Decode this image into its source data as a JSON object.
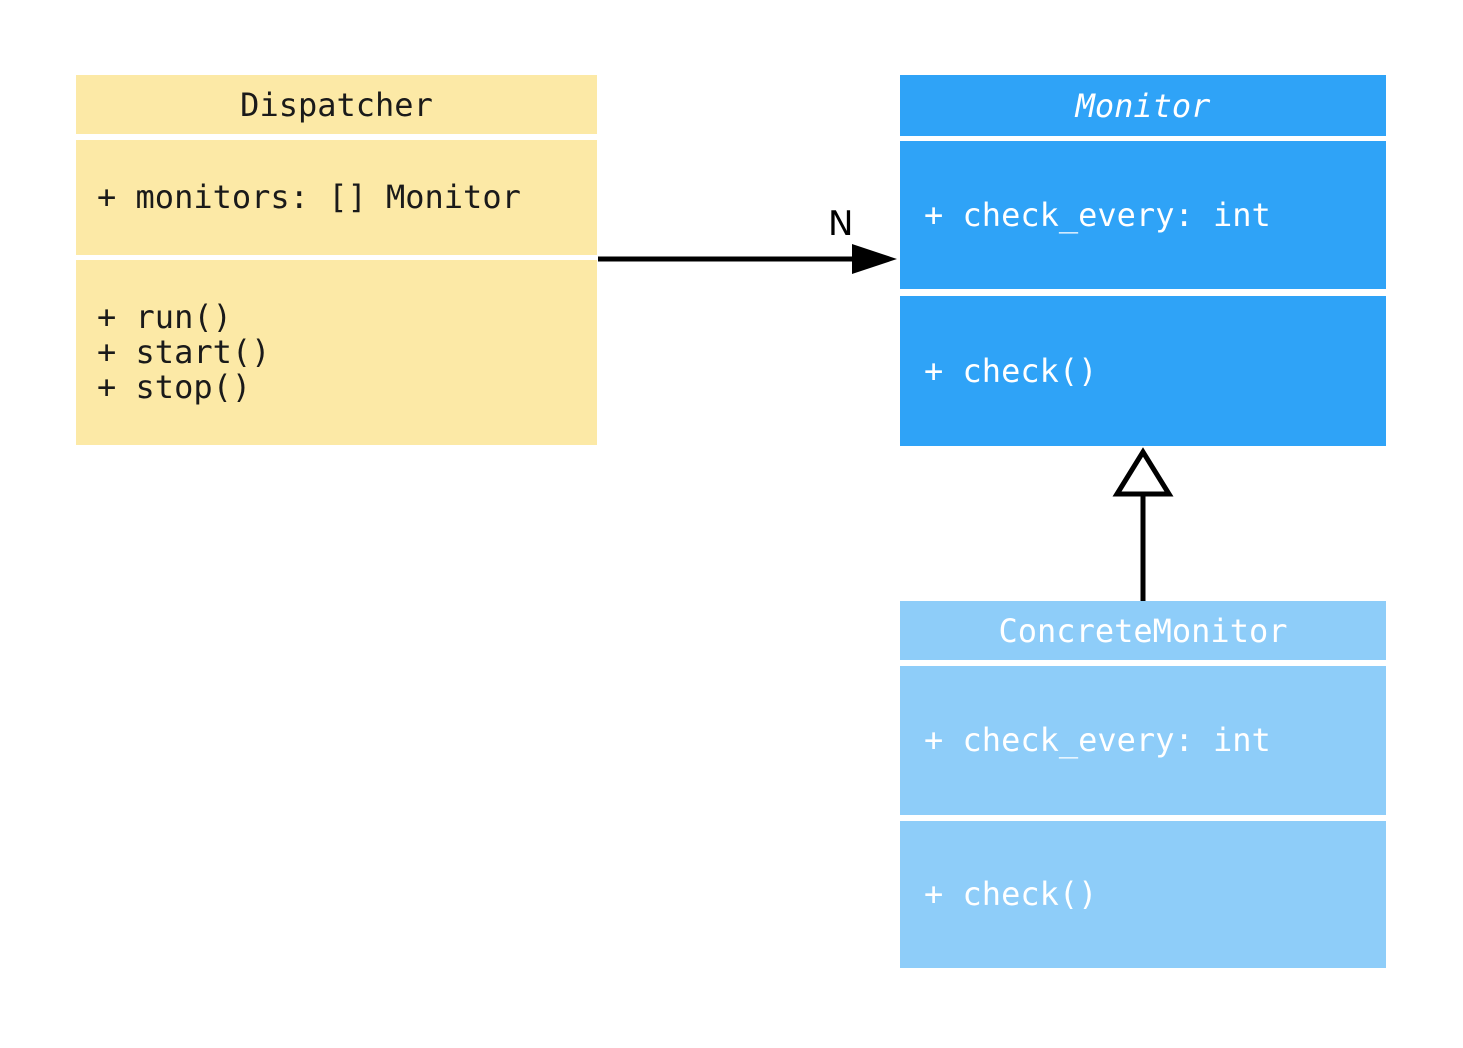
{
  "diagram": {
    "background_color": "#ffffff",
    "arrow_color": "#000000",
    "classes": [
      {
        "name": "Dispatcher",
        "fill": "#FCE9A6",
        "text_color": "#1a1a1a",
        "attributes": [
          "+ monitors: [] Monitor"
        ],
        "methods": [
          "+ run()",
          "+ start()",
          "+ stop()"
        ]
      },
      {
        "name": "Monitor",
        "fill": "#2FA3F7",
        "text_color": "#ffffff",
        "attributes": [
          "+ check_every: int"
        ],
        "methods": [
          "+ check()"
        ]
      },
      {
        "name": "ConcreteMonitor",
        "fill": "#8ECDF9",
        "text_color": "#ffffff",
        "attributes": [
          "+ check_every: int"
        ],
        "methods": [
          "+ check()"
        ]
      }
    ],
    "relations": [
      {
        "type": "association",
        "from": "Dispatcher",
        "to": "Monitor",
        "label": "N"
      },
      {
        "type": "inheritance",
        "from": "ConcreteMonitor",
        "to": "Monitor",
        "label": ""
      }
    ]
  }
}
